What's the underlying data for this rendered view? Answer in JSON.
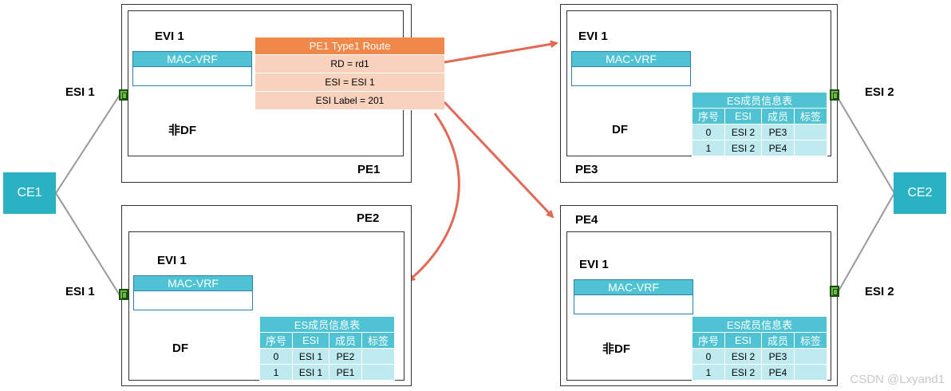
{
  "ce": {
    "left": "CE1",
    "right": "CE2"
  },
  "esi_labels": {
    "pe1": "ESI 1",
    "pe2": "ESI 1",
    "pe3": "ESI 2",
    "pe4": "ESI 2"
  },
  "pe1": {
    "name": "PE1",
    "evi": "EVI 1",
    "macvrf": "MAC-VRF",
    "role": "非DF"
  },
  "pe2": {
    "name": "PE2",
    "evi": "EVI 1",
    "macvrf": "MAC-VRF",
    "role": "DF",
    "table": {
      "title": "ES成员信息表",
      "headers": [
        "序号",
        "ESI",
        "成员",
        "标签"
      ],
      "rows": [
        [
          "0",
          "ESI 1",
          "PE2",
          ""
        ],
        [
          "1",
          "ESI 1",
          "PE1",
          ""
        ]
      ]
    }
  },
  "pe3": {
    "name": "PE3",
    "evi": "EVI 1",
    "macvrf": "MAC-VRF",
    "role": "DF",
    "table": {
      "title": "ES成员信息表",
      "headers": [
        "序号",
        "ESI",
        "成员",
        "标签"
      ],
      "rows": [
        [
          "0",
          "ESI 2",
          "PE3",
          ""
        ],
        [
          "1",
          "ESI 2",
          "PE4",
          ""
        ]
      ]
    }
  },
  "pe4": {
    "name": "PE4",
    "evi": "EVI 1",
    "macvrf": "MAC-VRF",
    "role": "非DF",
    "table": {
      "title": "ES成员信息表",
      "headers": [
        "序号",
        "ESI",
        "成员",
        "标签"
      ],
      "rows": [
        [
          "0",
          "ESI 2",
          "PE3",
          ""
        ],
        [
          "1",
          "ESI 2",
          "PE4",
          ""
        ]
      ]
    }
  },
  "route": {
    "title": "PE1 Type1 Route",
    "rd": "RD = rd1",
    "esi": "ESI = ESI 1",
    "label": "ESI Label = 201"
  },
  "colors": {
    "ce": "#2bb2c2",
    "table": "#4fc3d3",
    "route_header": "#f0884b",
    "route_row": "#f9d2bd",
    "arrow": "#e06a55",
    "port": "#6dbb45"
  },
  "watermark": "CSDN @Lxyand1"
}
